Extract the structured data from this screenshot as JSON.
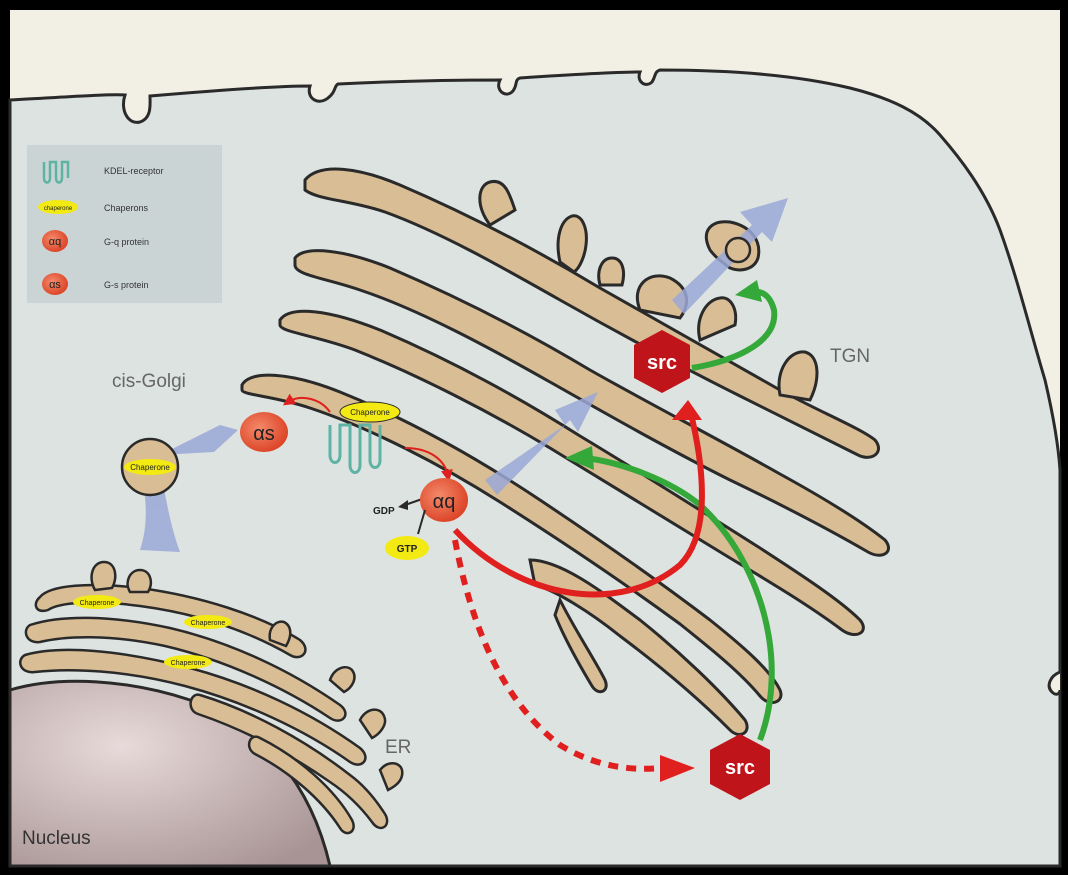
{
  "legend": {
    "items": [
      {
        "icon": "kdel-receptor-icon",
        "label": "KDEL-receptor"
      },
      {
        "icon": "chaperone-icon",
        "label": "Chaperons",
        "icon_text": "chaperone"
      },
      {
        "icon": "gq-protein-icon",
        "label": "G-q protein",
        "icon_text": "αq"
      },
      {
        "icon": "gs-protein-icon",
        "label": "G-s protein",
        "icon_text": "αs"
      }
    ]
  },
  "labels": {
    "cis_golgi": "cis-Golgi",
    "tgn": "TGN",
    "er": "ER",
    "nucleus": "Nucleus",
    "gdp": "GDP",
    "gtp": "GTP",
    "alpha_s": "αs",
    "alpha_q": "αq",
    "src_top": "src",
    "src_bottom": "src",
    "chaperone_vesicle": "Chaperone",
    "chaperone_golgi": "Chaperone",
    "chaperone_er_1": "Chaperone",
    "chaperone_er_2": "Chaperone",
    "chaperone_er_3": "Chaperone"
  },
  "colors": {
    "cytoplasm": "#dde3e1",
    "outside": "#f2efe4",
    "golgi": "#d9bd94",
    "outline": "#2a2a2a",
    "transport_arrow": "#9aa8d6",
    "red_arrow": "#e0201e",
    "green_arrow": "#35a83a",
    "src": "#c0141b",
    "chaperone": "#f2ea12",
    "g_protein": "#e4512e",
    "kdel": "#5fb3a5"
  }
}
